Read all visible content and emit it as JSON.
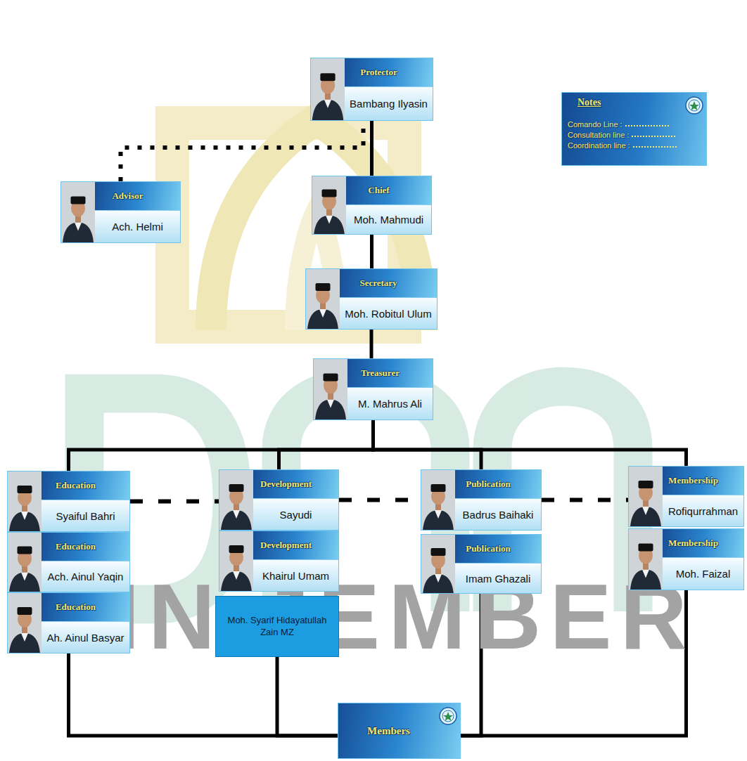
{
  "diagram": {
    "nodes": [
      {
        "text": [
          "Protector",
          "Bambang Ilyasin"
        ]
      },
      {
        "text": [
          "Advisor",
          "Ach. Helmi"
        ]
      },
      {
        "text": [
          "Chief",
          "Moh. Mahmudi"
        ]
      },
      {
        "text": [
          "Secretary",
          "Moh. Robitul Ulum"
        ]
      },
      {
        "text": [
          "Treasurer",
          "M. Mahrus Ali"
        ]
      },
      {
        "text": [
          "Education",
          "Syaiful Bahri"
        ]
      },
      {
        "text": [
          "Education",
          "Ach. Ainul Yaqin"
        ]
      },
      {
        "text": [
          "Education",
          "Ah. Ainul Basyar"
        ]
      },
      {
        "text": [
          "Development",
          "Sayudi"
        ]
      },
      {
        "text": [
          "Development",
          "Khairul Umam"
        ]
      },
      {
        "text": [
          "Moh. Syarif Hidayatullah Zain MZ"
        ]
      },
      {
        "text": [
          "Publication",
          "Badrus Baihaki"
        ]
      },
      {
        "text": [
          "Publication",
          "Imam Ghazali"
        ]
      },
      {
        "text": [
          "Membership",
          "Rofiqurrahman"
        ]
      },
      {
        "text": [
          "Membership",
          "Moh. Faizal"
        ]
      },
      {
        "text": [
          "Members"
        ]
      },
      {
        "text": [
          "Notes"
        ]
      }
    ],
    "edges": [
      {
        "from": 0,
        "to": 2,
        "arrow": "none"
      },
      {
        "from": 1,
        "to": 0,
        "arrow": "none"
      },
      {
        "from": 2,
        "to": 3,
        "arrow": "none"
      },
      {
        "from": 3,
        "to": 4,
        "arrow": "none"
      },
      {
        "from": 4,
        "to": 5,
        "arrow": "none"
      },
      {
        "from": 4,
        "to": 8,
        "arrow": "none"
      },
      {
        "from": 4,
        "to": 11,
        "arrow": "none"
      },
      {
        "from": 4,
        "to": 13,
        "arrow": "none"
      },
      {
        "from": 5,
        "to": 8,
        "arrow": "none"
      },
      {
        "from": 8,
        "to": 11,
        "arrow": "none"
      },
      {
        "from": 11,
        "to": 13,
        "arrow": "none"
      },
      {
        "from": 7,
        "to": 15,
        "arrow": "none"
      },
      {
        "from": 10,
        "to": 15,
        "arrow": "none"
      },
      {
        "from": 12,
        "to": 15,
        "arrow": "none"
      },
      {
        "from": 14,
        "to": 15,
        "arrow": "none"
      }
    ],
    "labels": [
      "IAIN JEMBER"
    ],
    "legend": [
      {
        "text": "Comando Line :"
      },
      {
        "text": "Consultation line :"
      },
      {
        "text": "Coordination line :"
      }
    ]
  }
}
